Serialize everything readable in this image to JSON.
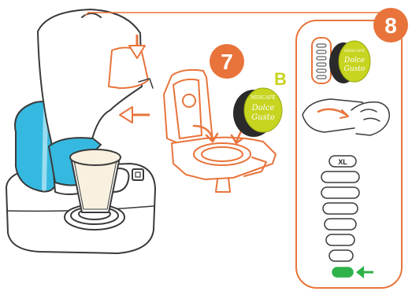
{
  "colors": {
    "accent": "#e8743b",
    "outline": "#3a3a3a",
    "water_blue": "#35b9e0",
    "capsule_yellow": "#c7d420",
    "milk": "#f8f1df",
    "go_green": "#2fb24a"
  },
  "steps": [
    {
      "number": "7",
      "label": "B"
    },
    {
      "number": "8"
    }
  ],
  "capsule": {
    "brand": "NESCAFÉ",
    "line1": "Dolce",
    "line2": "Gusto"
  },
  "volume_panel": {
    "top_label": "XL",
    "bars_lit": 1,
    "bars_total": 7
  },
  "icons": [
    "arrow-down-icon",
    "arrow-left-icon",
    "hand-icon",
    "coffee-cup-icon"
  ]
}
